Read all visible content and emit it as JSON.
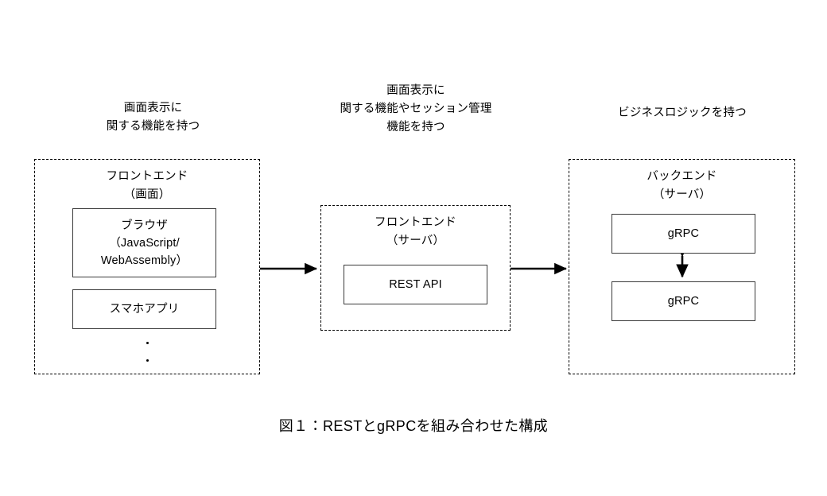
{
  "figure": {
    "caption": "図１：RESTとgRPCを組み合わせた構成",
    "background_color": "#ffffff",
    "line_color": "#000000",
    "box_border_color": "#3a3a3a"
  },
  "annotations": [
    {
      "id": "frontend-screen-note",
      "text": "画面表示に\n関する機能を持つ"
    },
    {
      "id": "frontend-server-note",
      "text": "画面表示に\n関する機能やセッション管理\n機能を持つ"
    },
    {
      "id": "backend-note",
      "text": "ビジネスロジックを持つ"
    }
  ],
  "groups": [
    {
      "id": "frontend-screen",
      "title": "フロントエンド\n（画面）",
      "boxes": [
        {
          "id": "browser",
          "label": "ブラウザ\n（JavaScript/\nWebAssembly）"
        },
        {
          "id": "smartphone-app",
          "label": "スマホアプリ"
        }
      ],
      "ellipsis_dots": 2
    },
    {
      "id": "frontend-server",
      "title": "フロントエンド\n（サーバ）",
      "boxes": [
        {
          "id": "rest-api",
          "label": "REST API"
        }
      ],
      "ellipsis_dots": 0
    },
    {
      "id": "backend-server",
      "title": "バックエンド\n（サーバ）",
      "boxes": [
        {
          "id": "grpc-upper",
          "label": "gRPC"
        },
        {
          "id": "grpc-lower",
          "label": "gRPC"
        }
      ],
      "ellipsis_dots": 0
    }
  ],
  "connectors": [
    {
      "id": "frontend-to-server-arrow",
      "direction": "right",
      "from": "frontend-screen",
      "to": "frontend-server"
    },
    {
      "id": "server-to-backend-arrow",
      "direction": "right",
      "from": "frontend-server",
      "to": "backend-server"
    },
    {
      "id": "grpc-bidirectional-arrow",
      "direction": "both",
      "from": "grpc-upper",
      "to": "grpc-lower"
    }
  ]
}
